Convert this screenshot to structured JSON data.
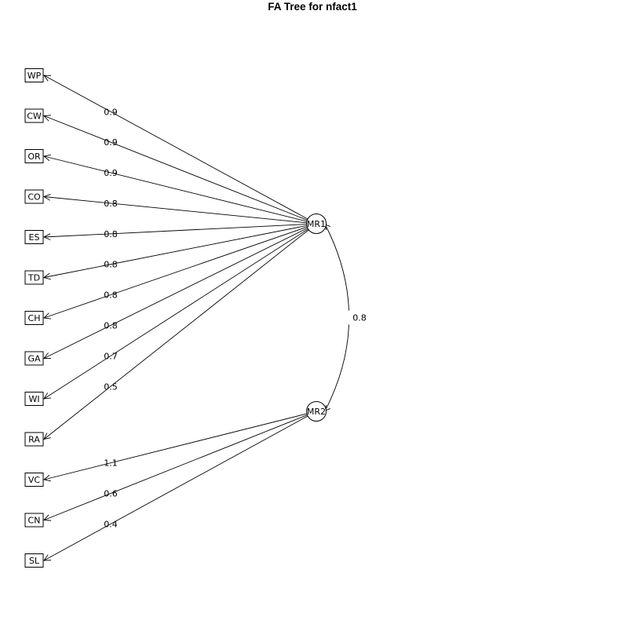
{
  "diagram": {
    "title": "FA Tree for nfact1",
    "variables": [
      "WP",
      "CW",
      "OR",
      "CO",
      "ES",
      "TD",
      "CH",
      "GA",
      "WI",
      "RA",
      "VC",
      "CN",
      "SL"
    ],
    "factors": [
      "MR1",
      "MR2"
    ],
    "loadings": [
      {
        "variable": "WP",
        "factor": "MR1",
        "label": "0.9"
      },
      {
        "variable": "CW",
        "factor": "MR1",
        "label": "0.9"
      },
      {
        "variable": "OR",
        "factor": "MR1",
        "label": "0.9"
      },
      {
        "variable": "CO",
        "factor": "MR1",
        "label": "0.8"
      },
      {
        "variable": "ES",
        "factor": "MR1",
        "label": "0.8"
      },
      {
        "variable": "TD",
        "factor": "MR1",
        "label": "0.8"
      },
      {
        "variable": "CH",
        "factor": "MR1",
        "label": "0.8"
      },
      {
        "variable": "GA",
        "factor": "MR1",
        "label": "0.8"
      },
      {
        "variable": "WI",
        "factor": "MR1",
        "label": "0.7"
      },
      {
        "variable": "RA",
        "factor": "MR1",
        "label": "0.5"
      },
      {
        "variable": "VC",
        "factor": "MR2",
        "label": "1.1"
      },
      {
        "variable": "CN",
        "factor": "MR2",
        "label": "0.6"
      },
      {
        "variable": "SL",
        "factor": "MR2",
        "label": "0.4"
      }
    ],
    "factor_correlation": {
      "from": "MR1",
      "to": "MR2",
      "label": "0.8"
    }
  }
}
